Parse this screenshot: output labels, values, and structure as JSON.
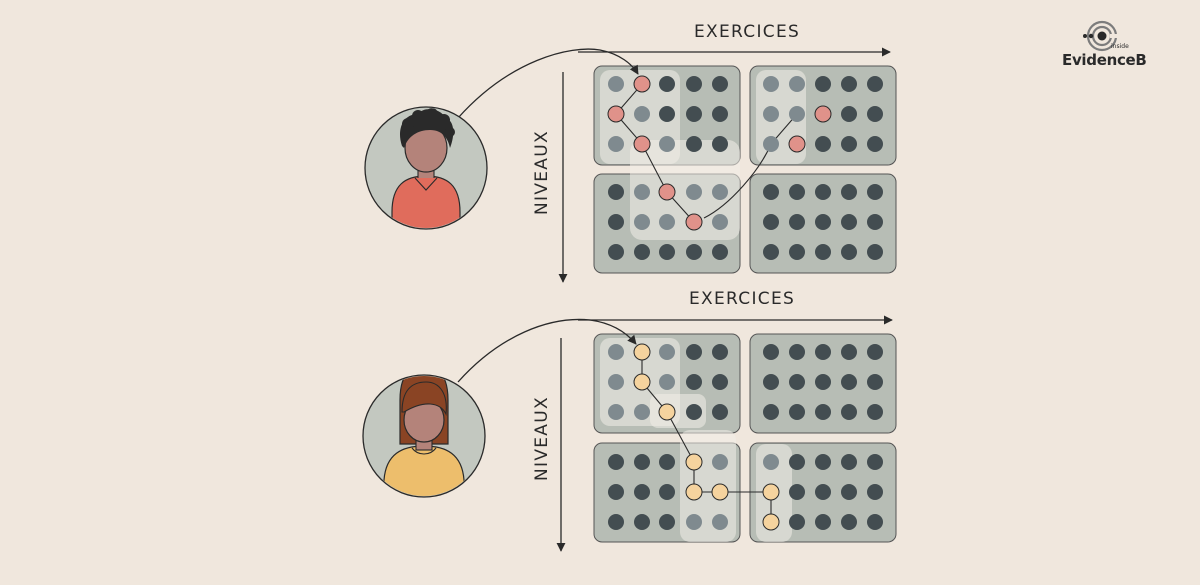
{
  "brand": {
    "logo_small": "inside",
    "logo_name": "EvidenceB"
  },
  "diagrams": [
    {
      "x_axis_label": "EXERCICES",
      "y_axis_label": "NIVEAUX"
    },
    {
      "x_axis_label": "EXERCICES",
      "y_axis_label": "NIVEAUX"
    }
  ],
  "colors": {
    "background": "#f0e7dd",
    "panel": "#b7bdb5",
    "dot_dark": "#434d51",
    "dot_light": "#7f8a8f",
    "dot_path_1": "#e0928a",
    "dot_path_2": "#f5d39e",
    "shirt_1": "#e06c5c",
    "shirt_2": "#edbe6c",
    "skin": "#b4837a",
    "hair_1": "#2a2a2a",
    "hair_2": "#8a4424"
  },
  "icons": [
    "student-avatar-1",
    "student-avatar-2",
    "evidenceb-logo-icon"
  ]
}
